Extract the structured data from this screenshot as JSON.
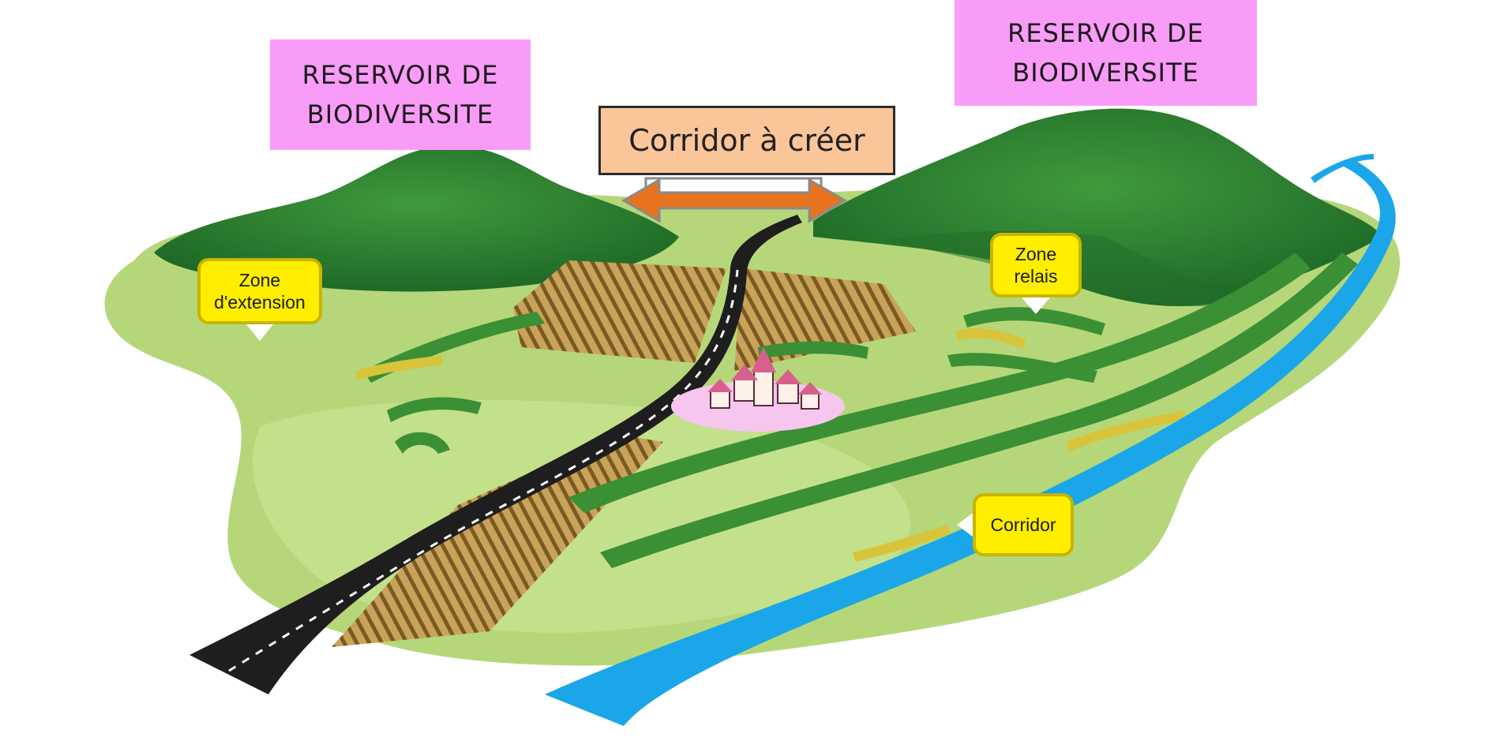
{
  "labels": {
    "reservoir_left": [
      "RESERVOIR DE",
      "BIODIVERSITE"
    ],
    "reservoir_right": [
      "RESERVOIR DE",
      "BIODIVERSITE"
    ],
    "corridor_to_create": "Corridor à créer",
    "zone_extension": [
      "Zone",
      "d'extension"
    ],
    "zone_relais": [
      "Zone",
      "relais"
    ],
    "zone_corridor": "Corridor"
  },
  "colors": {
    "reservoir_label": "#f99cf8",
    "corridor_to_create_label": "#fbc59a",
    "arrow": "#e8731e",
    "zone_label": "#ffee00",
    "land": "#b5d77a",
    "forest": "#2e7d32",
    "river": "#1aa6e8",
    "road": "#1e1e1e",
    "village_ground": "#f7c6ee"
  }
}
